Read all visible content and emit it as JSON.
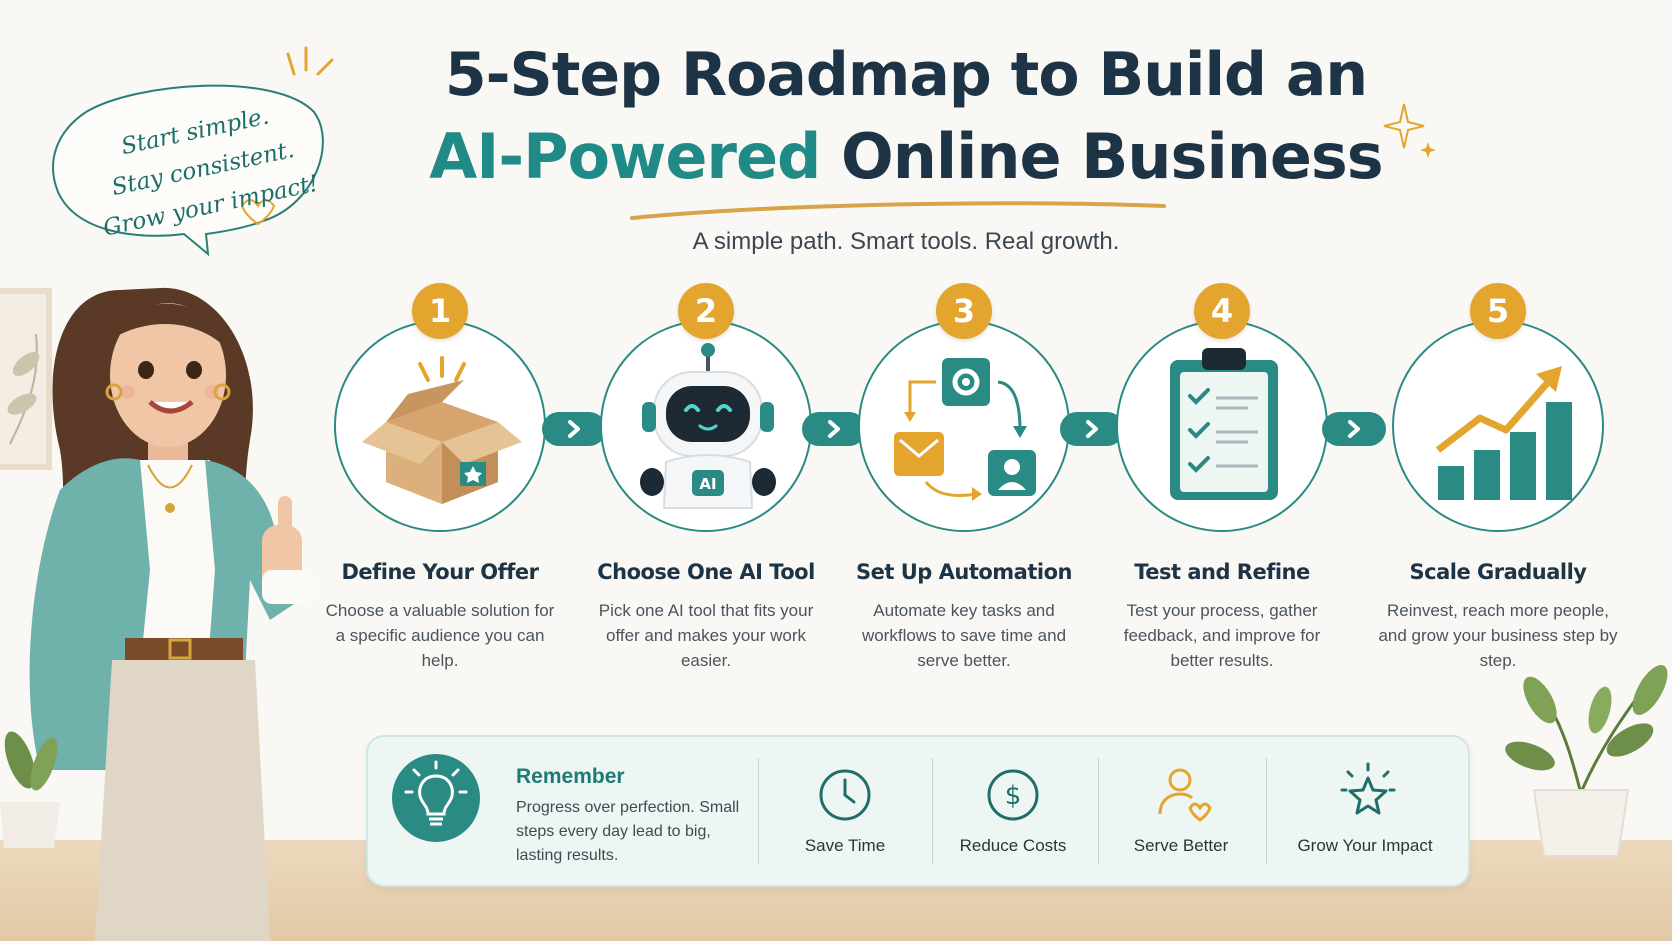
{
  "header": {
    "title_line1": "5-Step Roadmap to Build an",
    "title_accent": "AI-Powered",
    "title_line2_rest": " Online Business",
    "subtitle": "A simple path. Smart tools. Real growth."
  },
  "bubble": {
    "line1": "Start simple.",
    "line2": "Stay consistent.",
    "line3": "Grow your impact!"
  },
  "steps": [
    {
      "number": "1",
      "title": "Define Your Offer",
      "desc": "Choose a valuable solution for a specific audience you can help.",
      "icon": "open-box-icon"
    },
    {
      "number": "2",
      "title": "Choose One AI Tool",
      "desc": "Pick one AI tool that fits your offer and makes your work easier.",
      "icon": "ai-robot-icon",
      "icon_text": "AI"
    },
    {
      "number": "3",
      "title": "Set Up Automation",
      "desc": "Automate key tasks and workflows to save time and serve better.",
      "icon": "automation-cycle-icon"
    },
    {
      "number": "4",
      "title": "Test and Refine",
      "desc": "Test your process, gather feedback, and improve for better results.",
      "icon": "clipboard-checklist-icon"
    },
    {
      "number": "5",
      "title": "Scale Gradually",
      "desc": "Reinvest, reach more people, and grow your business step by step.",
      "icon": "growth-chart-icon"
    }
  ],
  "remember": {
    "title": "Remember",
    "text": "Progress over perfection. Small steps every day lead to big, lasting results.",
    "icon": "lightbulb-icon"
  },
  "benefits": [
    {
      "label": "Save Time",
      "icon": "clock-icon"
    },
    {
      "label": "Reduce Costs",
      "icon": "dollar-coin-icon"
    },
    {
      "label": "Serve Better",
      "icon": "person-heart-icon"
    },
    {
      "label": "Grow Your Impact",
      "icon": "sparkle-star-icon"
    }
  ],
  "colors": {
    "teal": "#2a8a84",
    "navy": "#1d3346",
    "gold": "#e3a52e",
    "background": "#faf8f4"
  }
}
